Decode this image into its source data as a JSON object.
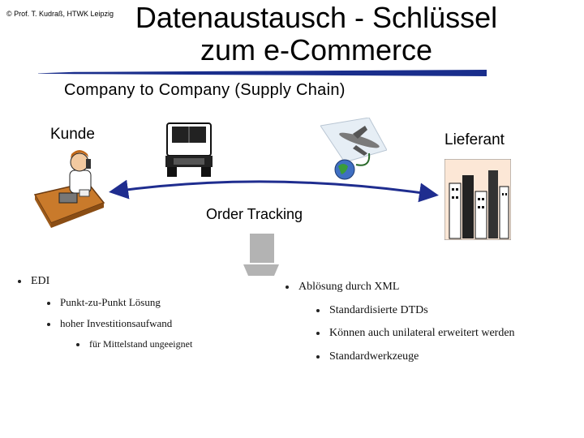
{
  "header": {
    "copyright": "© Prof. T. Kudraß, HTWK Leipzig",
    "title": "Datenaustausch - Schlüssel\nzum e-Commerce"
  },
  "diagram": {
    "subtitle": "Company to Company (Supply Chain)",
    "left_label": "Kunde",
    "right_label": "Lieferant",
    "center_label": "Order Tracking",
    "colors": {
      "rule": "#1a2e8c",
      "arrow": "#1f2d8f"
    }
  },
  "left_list": {
    "item": "EDI",
    "sub_items": [
      "Punkt-zu-Punkt Lösung",
      "hoher Investitionsaufwand"
    ],
    "sub_sub_item": "für Mittelstand ungeeignet"
  },
  "right_list": {
    "item": "Ablösung durch XML",
    "sub_items": [
      "Standardisierte DTDs",
      "Können auch unilateral erweitert werden",
      "Standardwerkzeuge"
    ]
  },
  "icons": [
    "person-at-desk-icon",
    "truck-icon",
    "airplane-globe-icon",
    "city-buildings-icon",
    "computer-terminal-icon"
  ]
}
